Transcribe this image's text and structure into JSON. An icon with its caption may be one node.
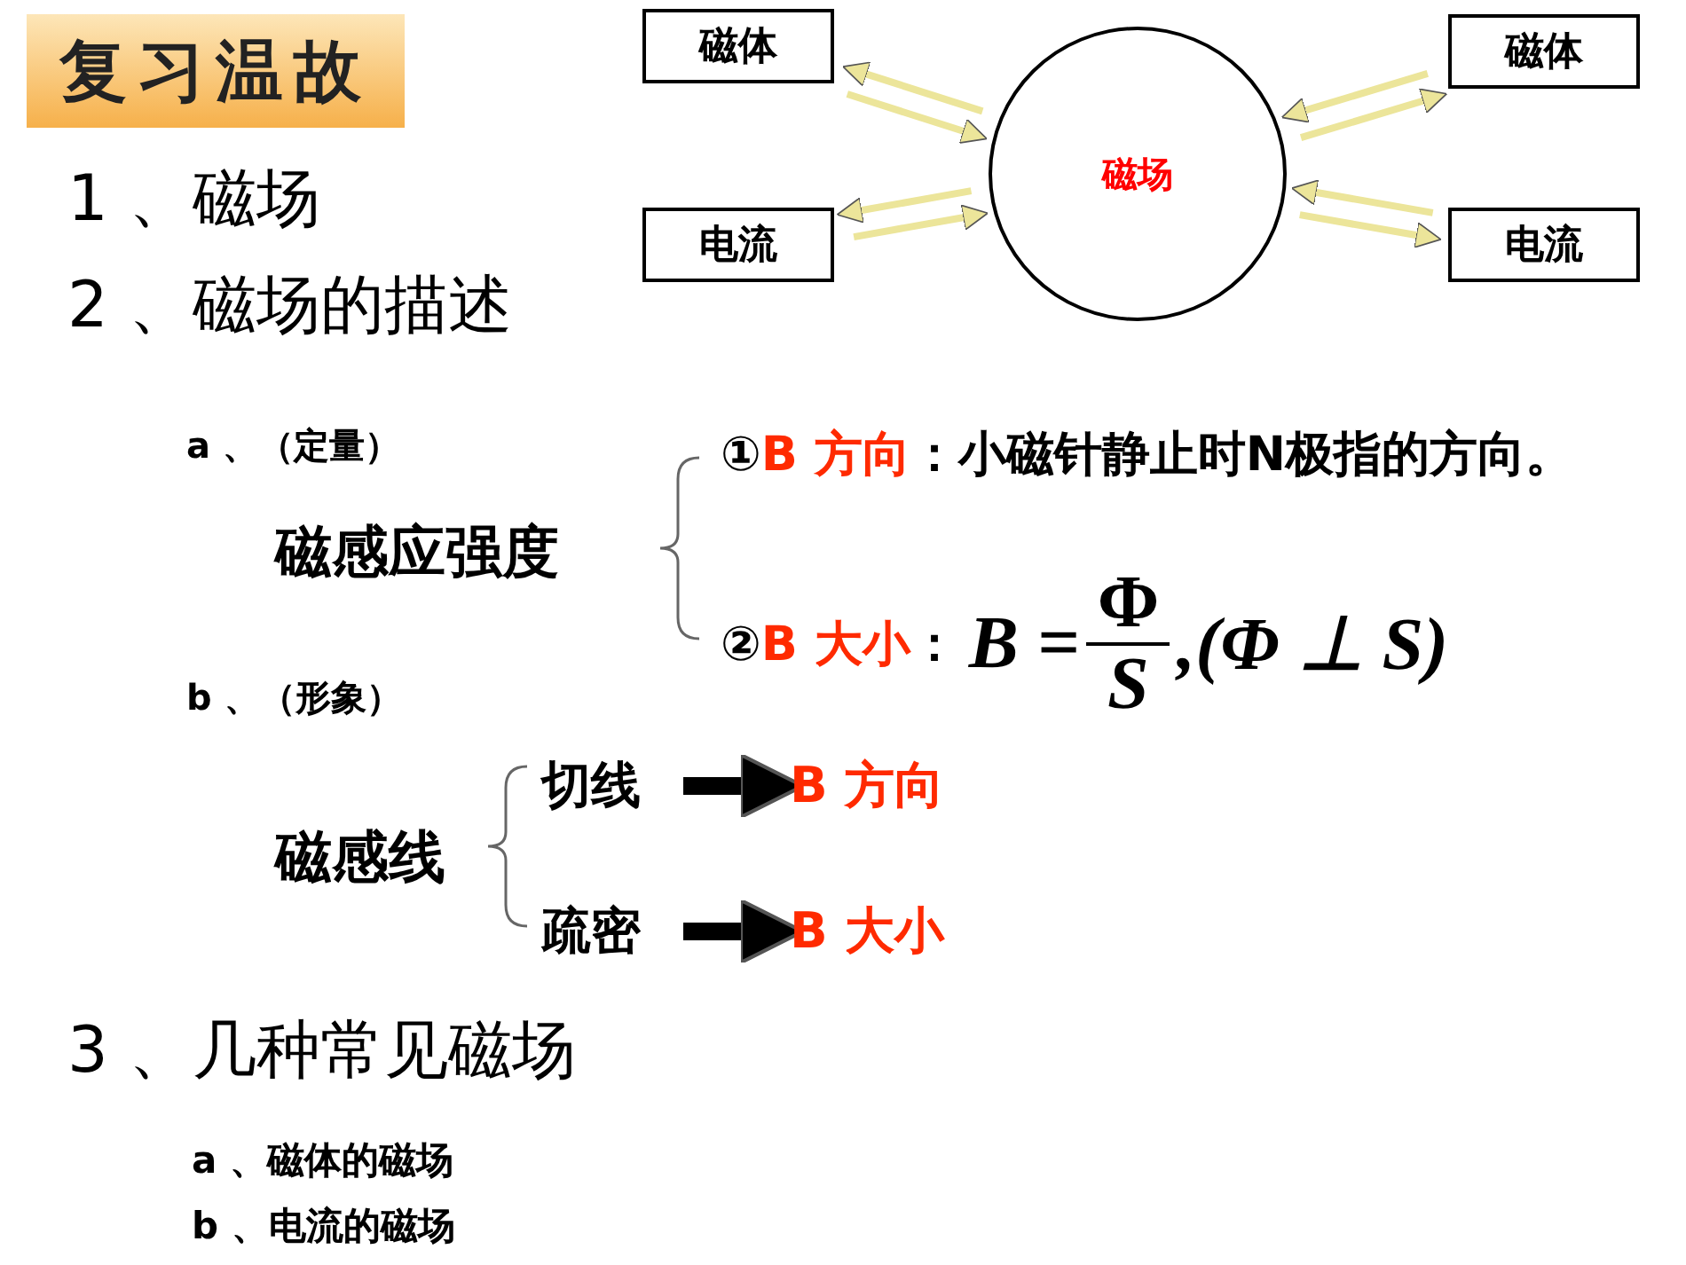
{
  "diagram": {
    "title": "复习温故",
    "nodes": [
      {
        "text": [
          "磁体"
        ]
      },
      {
        "text": [
          "电流"
        ]
      },
      {
        "text": [
          "磁场"
        ]
      },
      {
        "text": [
          "磁体"
        ]
      },
      {
        "text": [
          "电流"
        ]
      },
      {
        "text": [
          "切线"
        ]
      },
      {
        "text": [
          "B 方向"
        ]
      },
      {
        "text": [
          "疏密"
        ]
      },
      {
        "text": [
          "B 大小"
        ]
      }
    ],
    "edges": [
      {
        "from": 0,
        "to": 2,
        "arrow": "to"
      },
      {
        "from": 2,
        "to": 0,
        "arrow": "to"
      },
      {
        "from": 2,
        "to": 3,
        "arrow": "to"
      },
      {
        "from": 3,
        "to": 2,
        "arrow": "to"
      },
      {
        "from": 1,
        "to": 2,
        "arrow": "to"
      },
      {
        "from": 2,
        "to": 1,
        "arrow": "to"
      },
      {
        "from": 2,
        "to": 4,
        "arrow": "to"
      },
      {
        "from": 4,
        "to": 2,
        "arrow": "to"
      },
      {
        "from": 5,
        "to": 6,
        "arrow": "to",
        "style": "thick",
        "color": "#000000"
      },
      {
        "from": 7,
        "to": 8,
        "arrow": "to",
        "style": "thick",
        "color": "#000000"
      }
    ],
    "labels": [
      "1 、磁场",
      "2 、磁场的描述",
      "a 、（定量）",
      "①",
      "B 方向",
      "：小磁针静止时N极指的方向。",
      "磁感应强度",
      "②",
      "B 大小",
      "：",
      "B =",
      "Φ",
      "S",
      ",(Φ ⊥ S)",
      "b 、（形象）",
      "磁感线",
      "3 、几种常见磁场",
      "a 、磁体的磁场",
      "b 、电流的磁场"
    ]
  }
}
